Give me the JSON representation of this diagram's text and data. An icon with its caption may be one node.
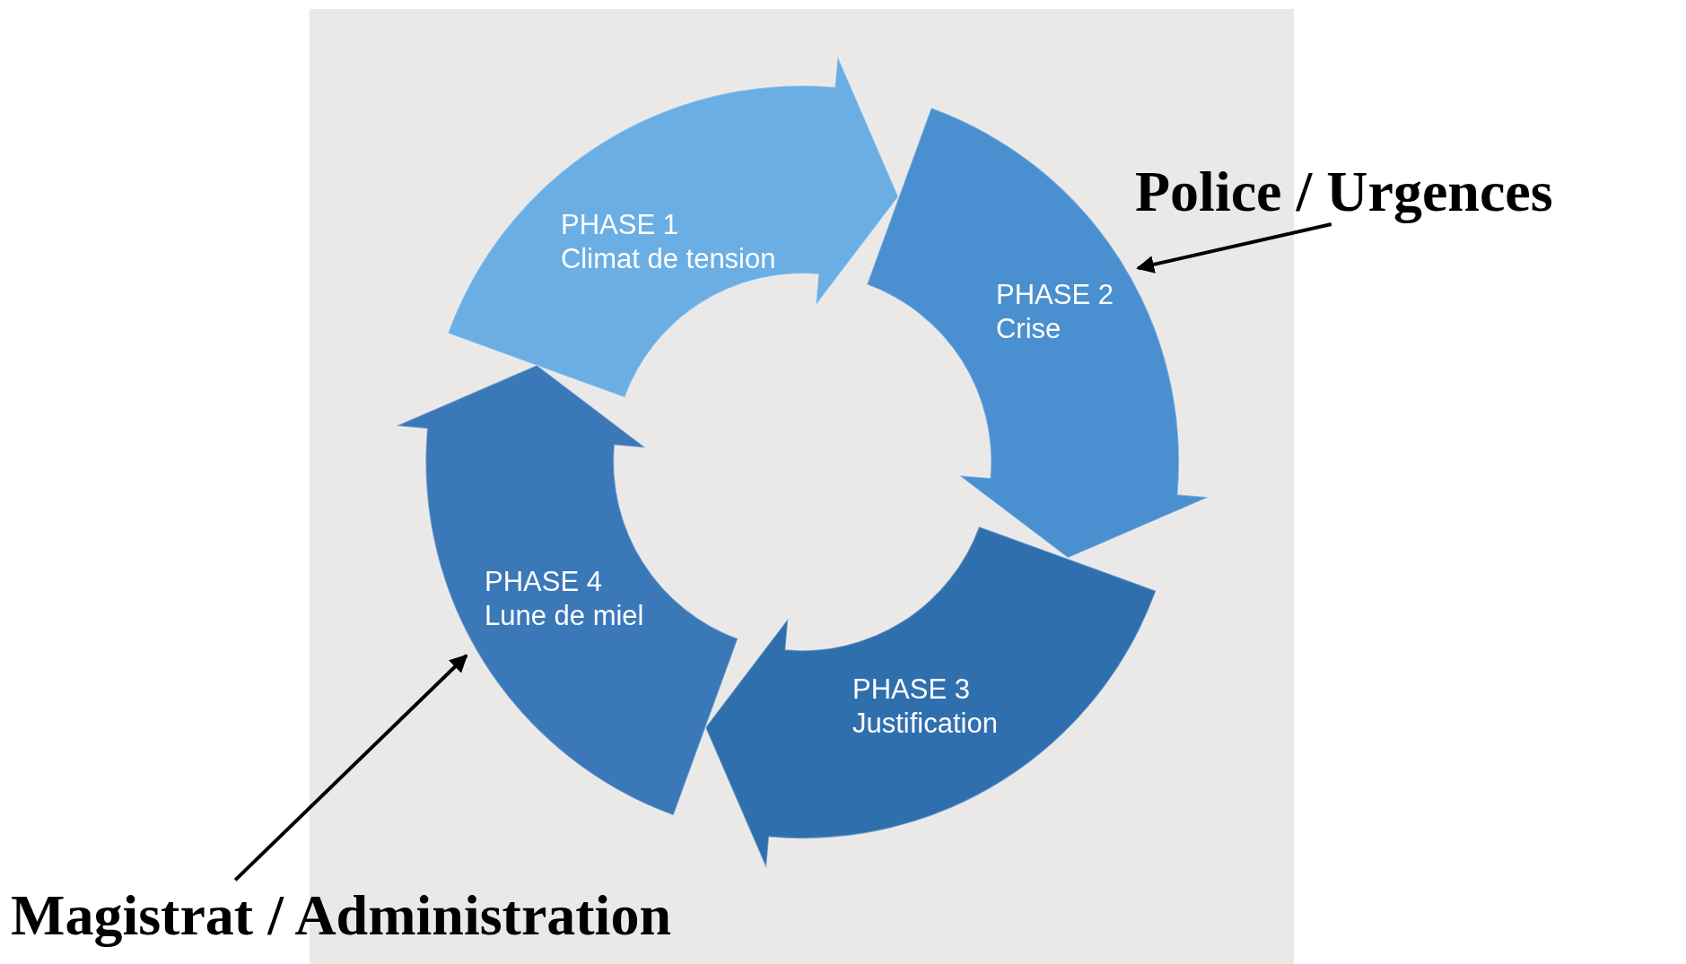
{
  "diagram": {
    "nodes": [
      {
        "text": [
          "PHASE 1",
          "Climat de tension"
        ]
      },
      {
        "text": [
          "PHASE 2",
          "Crise"
        ]
      },
      {
        "text": [
          "PHASE 3",
          "Justification"
        ]
      },
      {
        "text": [
          "PHASE 4",
          "Lune de miel"
        ]
      },
      {
        "text": [
          "Police / Urgences"
        ]
      },
      {
        "text": [
          "Magistrat / Administration"
        ]
      }
    ],
    "edges": [
      {
        "from": 4,
        "to": 1,
        "arrow": "to"
      },
      {
        "from": 5,
        "to": 3,
        "arrow": "to"
      }
    ]
  }
}
